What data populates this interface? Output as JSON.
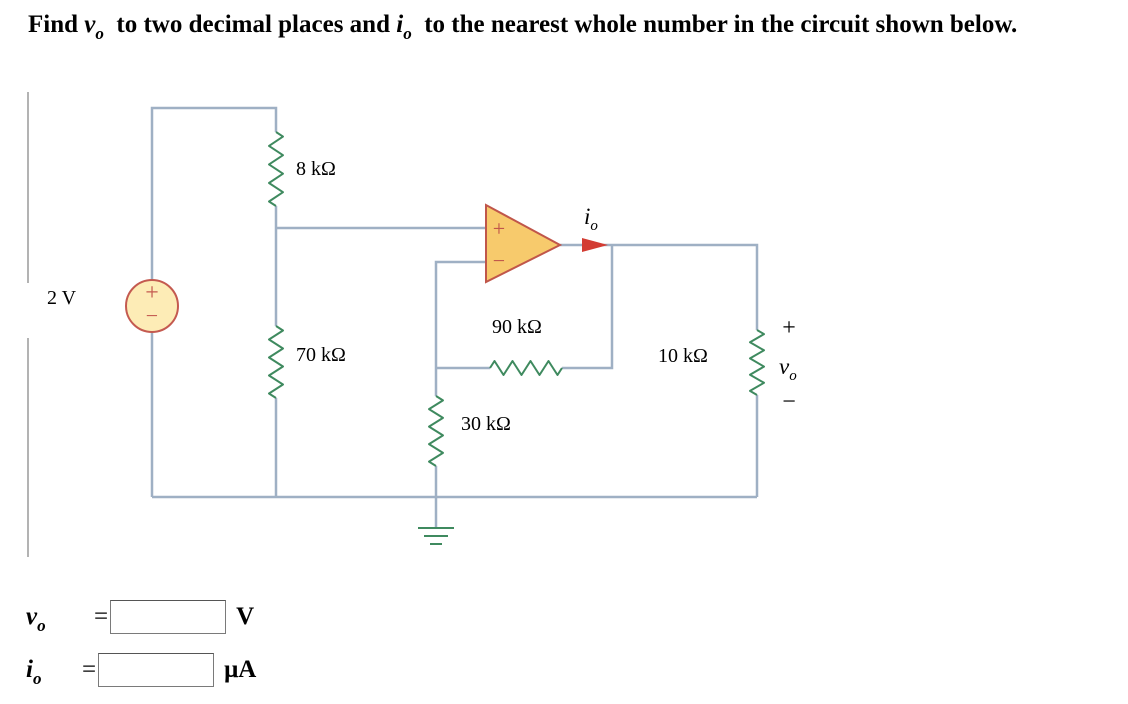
{
  "question": {
    "find": "Find",
    "v_letter": "v",
    "v_sub": "o",
    "mid": "to two decimal places and",
    "i_letter": "i",
    "i_sub": "o",
    "tail": "to the nearest whole number in the circuit shown below."
  },
  "circuit": {
    "source_label": "2 V",
    "source_plus": "+",
    "source_minus": "−",
    "r1_label": "8 kΩ",
    "r2_label": "70 kΩ",
    "r3_label": "90 kΩ",
    "r4_label": "30 kΩ",
    "r5_label": "10 kΩ",
    "opamp_plus": "+",
    "opamp_minus": "−",
    "io_label": "i",
    "io_sub": "o",
    "vo_plus": "+",
    "vo_label": "v",
    "vo_sub": "o",
    "vo_minus": "−",
    "colors": {
      "wire": "#9fb0c4",
      "resistor": "#3f8a5f",
      "opamp_fill": "#f7ca6c",
      "opamp_stroke": "#c0564a",
      "source_fill": "#fdecb6",
      "source_stroke": "#c45a50",
      "arrow": "#d33c33",
      "ground": "#3f8a5f"
    }
  },
  "answers": {
    "vo": {
      "letter": "v",
      "sub": "o",
      "equals": "=",
      "value": "",
      "unit": "V"
    },
    "io": {
      "letter": "i",
      "sub": "o",
      "equals": "=",
      "value": "",
      "unit": "μA"
    }
  }
}
